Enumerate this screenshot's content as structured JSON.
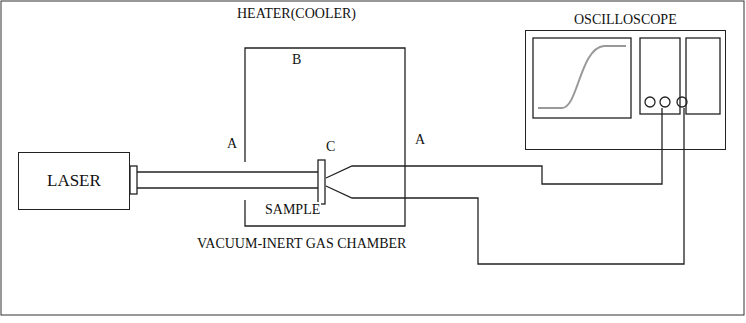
{
  "diagram": {
    "nodes": [
      {
        "text": [
          "LASER"
        ]
      },
      {
        "text": [
          "OSCILLOSCOPE"
        ]
      }
    ],
    "labels": [
      "HEATER(COOLER)",
      "B",
      "A",
      "C",
      "SAMPLE",
      "A",
      "VACUUM-INERT GAS CHAMBER"
    ]
  }
}
